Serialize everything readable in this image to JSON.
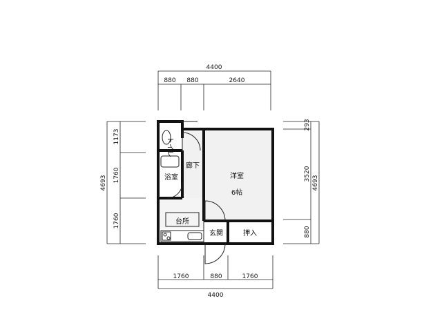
{
  "dimensions": {
    "top_total": "4400",
    "top_parts": [
      "880",
      "880",
      "2640"
    ],
    "bottom_total": "4400",
    "bottom_parts": [
      "1760",
      "880",
      "1760"
    ],
    "left_total": "4693",
    "left_parts": [
      "1173",
      "1760",
      "1760"
    ],
    "right_total": "4693",
    "right_parts": [
      "293",
      "3520",
      "880"
    ]
  },
  "rooms": {
    "toilet": "トイレ",
    "bath": "浴室",
    "corridor": "廊下",
    "western_room": "洋室",
    "western_room_size": "6帖",
    "kitchen": "台所",
    "entrance": "玄関",
    "closet": "押入"
  }
}
